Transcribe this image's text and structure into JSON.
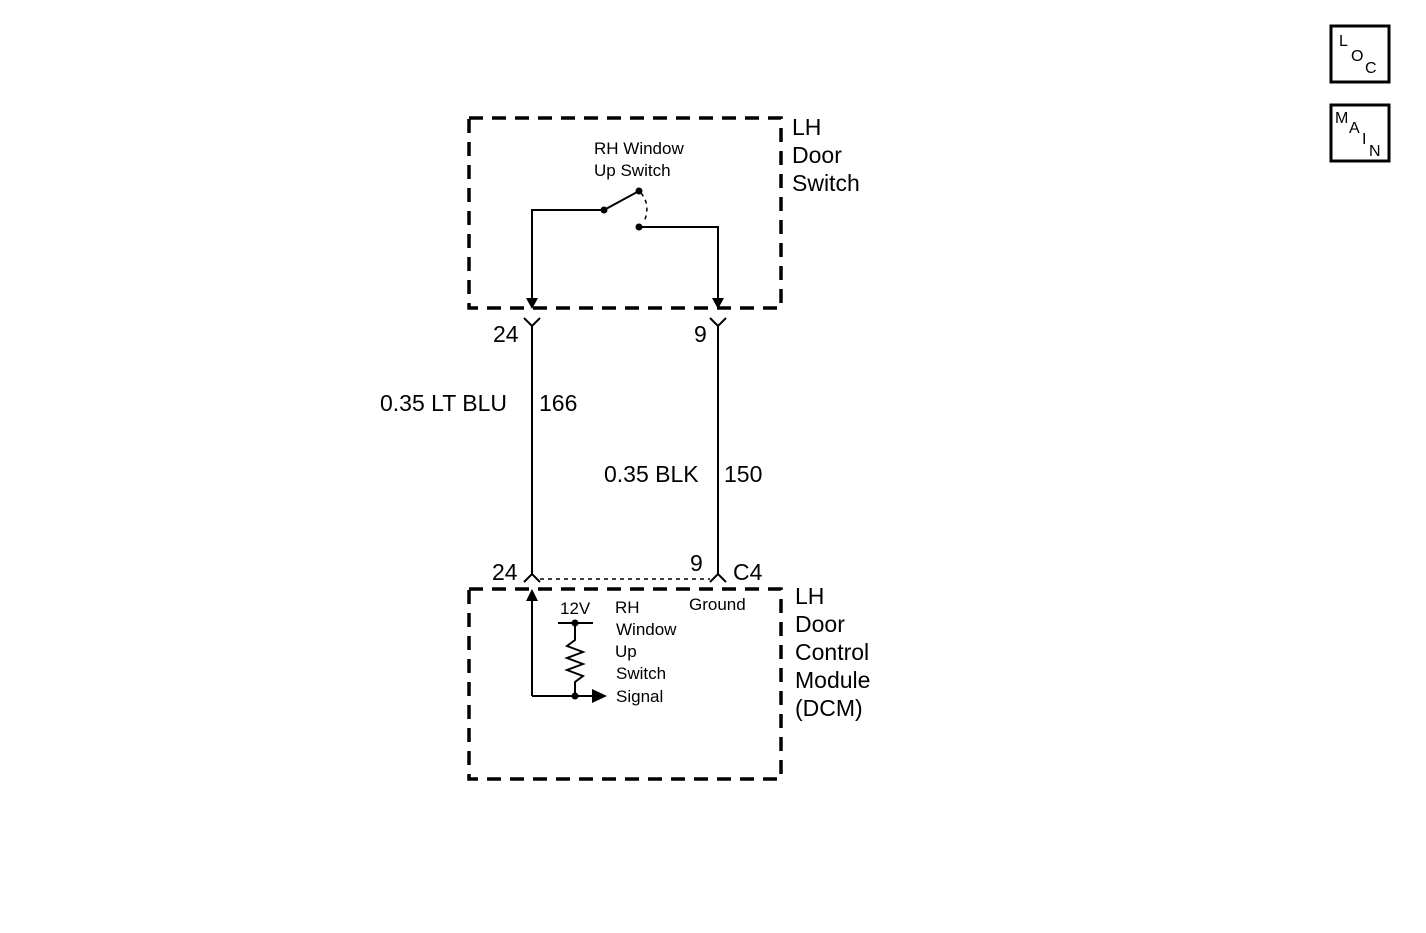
{
  "lh_door_switch": {
    "title_lines": [
      "LH",
      "Door",
      "Switch"
    ],
    "switch_label_lines": [
      "RH Window",
      "Up Switch"
    ],
    "pin_left": "24",
    "pin_right": "9"
  },
  "wires": {
    "left_label": "0.35 LT BLU",
    "left_circuit": "166",
    "right_label": "0.35 BLK",
    "right_circuit": "150"
  },
  "lh_door_control_module": {
    "title_lines": [
      "LH",
      "Door",
      "Control",
      "Module",
      "(DCM)"
    ],
    "pin_left": "24",
    "pin_right": "9",
    "connector": "C4",
    "ground_label": "Ground",
    "supply_label": "12V",
    "signal_label_lines": [
      "RH",
      "Window",
      "Up",
      "Switch",
      "Signal"
    ]
  },
  "nav": {
    "loc": [
      "L",
      "O",
      "C"
    ],
    "main": [
      "M",
      "A",
      "I",
      "N"
    ]
  }
}
